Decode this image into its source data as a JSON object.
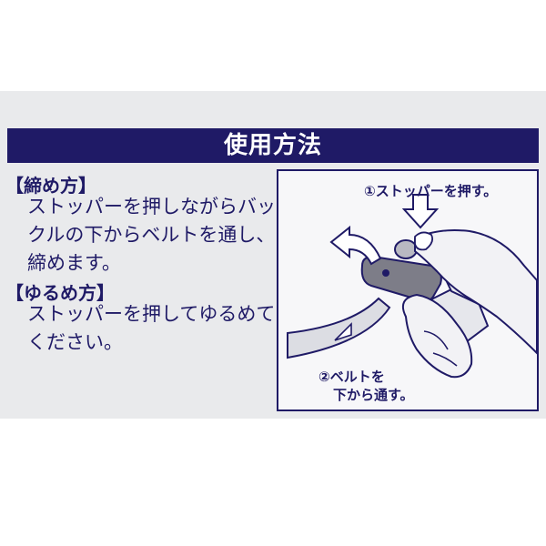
{
  "title": "使用方法",
  "tighten": {
    "heading": "【締め方】",
    "lines": [
      "ストッパーを押しながらバッ",
      "クルの下からベルトを通し、",
      "締めます。"
    ]
  },
  "loosen": {
    "heading": "【ゆるめ方】",
    "lines": [
      "ストッパーを押してゆるめて",
      "ください。"
    ]
  },
  "illustration": {
    "step1": "①ストッパーを押す。",
    "step2_line1": "②ベルトを",
    "step2_line2": "下から通す。"
  },
  "colors": {
    "navy": "#1f1a66",
    "panel_bg": "#e9eaec",
    "buckle": "#7d7d88"
  }
}
